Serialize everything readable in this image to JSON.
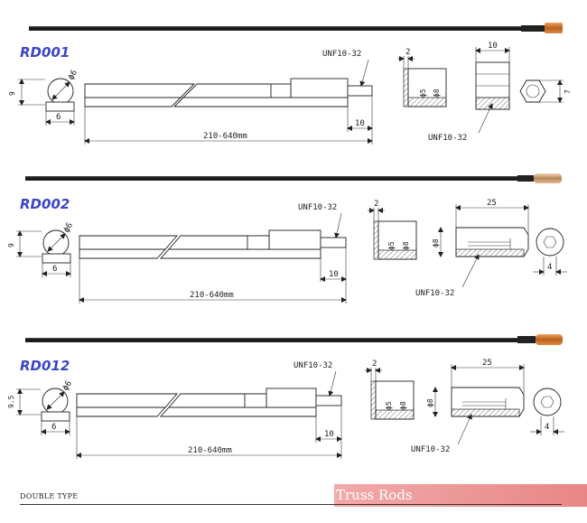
{
  "footer": {
    "left_text": "DOUBLE TYPE",
    "title": "Truss Rods"
  },
  "colors": {
    "code_color": "#3b47c4",
    "footer_bar": "#e88686",
    "rod_black": "#1a1a1a",
    "nut_copper": "#c8762f",
    "sleeve_brass": "#c99b6c"
  },
  "models": [
    {
      "code": "RD001",
      "thread": "UNF10-32",
      "diameter": "ϕ6",
      "height": "9",
      "width": "6",
      "length": "210-640mm",
      "end_length": "10",
      "nut_dims": {
        "wall": "2",
        "inner": "ϕ5",
        "outer": "ϕ8",
        "length": "10",
        "hex": "7"
      },
      "nut_thread": "UNF10-32"
    },
    {
      "code": "RD002",
      "thread": "UNF10-32",
      "diameter": "ϕ6",
      "height": "9",
      "width": "6",
      "length": "210-640mm",
      "end_length": "10",
      "nut_dims": {
        "wall": "2",
        "inner": "ϕ5",
        "outer": "ϕ8",
        "length": "25",
        "hex": "4"
      },
      "nut_thread": "UNF10-32"
    },
    {
      "code": "RD012",
      "thread": "UNF10-32",
      "diameter": "ϕ6",
      "height": "9.5",
      "width": "6",
      "length": "210-640mm",
      "end_length": "10",
      "nut_dims": {
        "wall": "2",
        "inner": "ϕ5",
        "outer": "ϕ8",
        "length": "25",
        "hex": "4"
      },
      "nut_thread": "UNF10-32"
    }
  ]
}
